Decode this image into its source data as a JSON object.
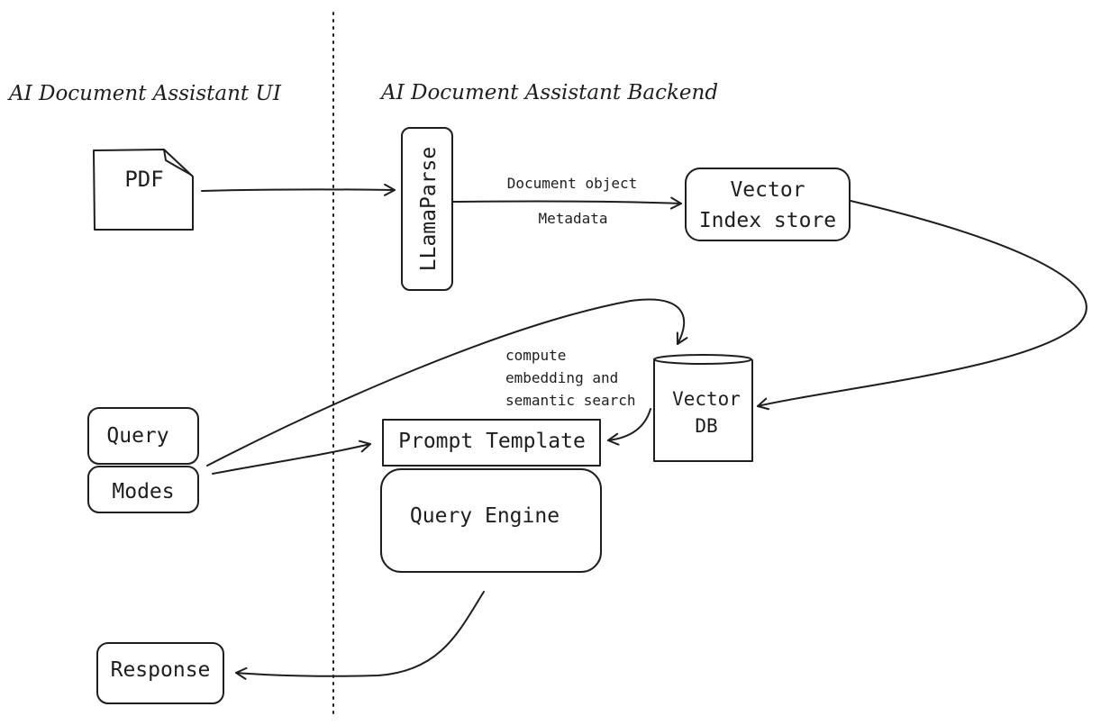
{
  "colors": {
    "heading": "#1971c2",
    "ink": "#1e1e1e",
    "background": "#ffffff"
  },
  "headings": {
    "ui": "AI Document Assistant UI",
    "backend": "AI Document Assistant Backend"
  },
  "ui_nodes": {
    "pdf": "PDF",
    "query": "Query",
    "modes": "Modes",
    "response": "Response"
  },
  "backend_nodes": {
    "llamaparse": "LLamaParse",
    "vector_index_line1": "Vector",
    "vector_index_line2": "Index store",
    "vector_db_line1": "Vector",
    "vector_db_line2": "DB",
    "prompt_template": "Prompt Template",
    "query_engine": "Query Engine"
  },
  "edge_labels": {
    "document_object": "Document object",
    "metadata": "Metadata",
    "compute_line1": "compute",
    "compute_line2": "embedding and",
    "compute_line3": "semantic search"
  }
}
